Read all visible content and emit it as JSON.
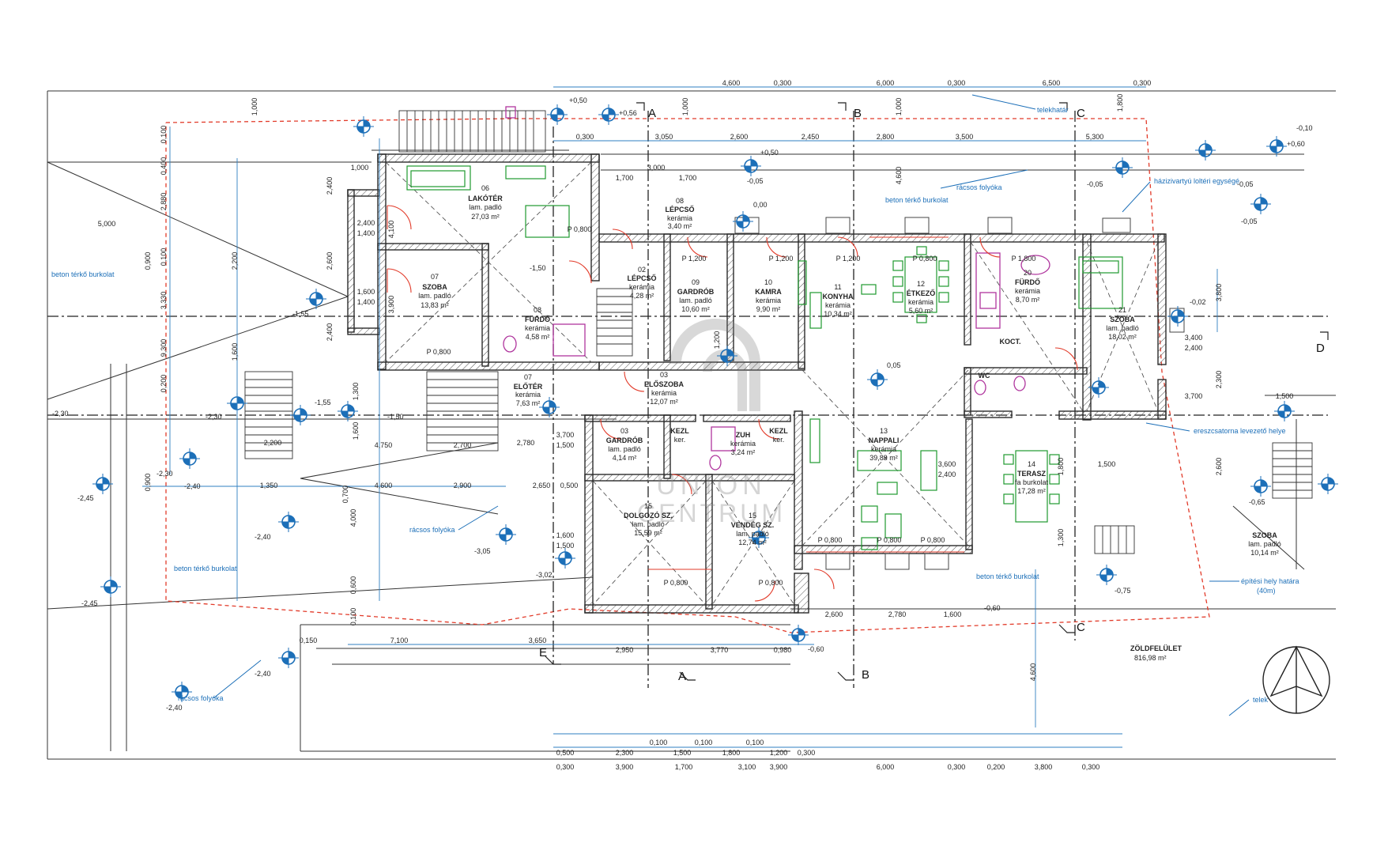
{
  "rooms": {
    "r06": {
      "no": "06",
      "name": "LAKÓTÉR",
      "floor": "lam. padló",
      "area": "27,03 m²"
    },
    "r07": {
      "no": "07",
      "name": "SZOBA",
      "floor": "lam. padló",
      "area": "13,83 m²"
    },
    "r08": {
      "no": "08",
      "name": "FÜRDŐ",
      "floor": "kerámia",
      "area": "4,58 m²"
    },
    "r07e": {
      "no": "07",
      "name": "ELŐTÉR",
      "floor": "kerámia",
      "area": "7,63 m²"
    },
    "r08l": {
      "no": "08",
      "name": "LÉPCSŐ",
      "floor": "kerámia",
      "area": "3,40 m²"
    },
    "r02": {
      "no": "02",
      "name": "LÉPCSŐ",
      "floor": "kerámia",
      "area": "4,28 m²"
    },
    "r09": {
      "no": "09",
      "name": "GARDRÓB",
      "floor": "lam. padló",
      "area": "10,60 m²"
    },
    "r10": {
      "no": "10",
      "name": "KAMRA",
      "floor": "kerámia",
      "area": "9,90 m²"
    },
    "r11": {
      "no": "11",
      "name": "KONYHA",
      "floor": "kerámia",
      "area": "10,34 m²"
    },
    "r12": {
      "no": "12",
      "name": "ÉTKEZŐ",
      "floor": "kerámia",
      "area": "5,60 m²"
    },
    "r20": {
      "no": "20",
      "name": "FÜRDŐ",
      "floor": "kerámia",
      "area": "8,70 m²"
    },
    "r21": {
      "no": "21",
      "name": "SZOBA",
      "floor": "lam. padló",
      "area": "18,02 m²"
    },
    "r03": {
      "no": "03",
      "name": "ELŐSZOBA",
      "floor": "kerámia",
      "area": "12,07 m²"
    },
    "r03g": {
      "no": "03",
      "name": "GARDRÓB",
      "floor": "lam. padló",
      "area": "4,14 m²"
    },
    "r13": {
      "no": "13",
      "name": "NAPPALI",
      "floor": "kerámia",
      "area": "39,89 m²"
    },
    "r14": {
      "no": "14",
      "name": "TERASZ",
      "floor": "fa burkolat",
      "area": "17,28 m²"
    },
    "r15d": {
      "no": "15",
      "name": "DOLGOZÓ SZ.",
      "floor": "lam. padló",
      "area": "15,59 m²"
    },
    "r15v": {
      "no": "15",
      "name": "VENDÉG SZ.",
      "floor": "lam. padló",
      "area": "12,74 m²"
    },
    "rzuh": {
      "no": "",
      "name": "ZUH",
      "floor": "kerámia",
      "area": "3,24 m²"
    },
    "rszoba": {
      "no": "",
      "name": "SZOBA",
      "floor": "lam. padló",
      "area": "10,14 m²"
    }
  },
  "small_labels": {
    "kezl1": "KEZL",
    "kezl2": "KEZL",
    "koct": "KOCT.",
    "wc": "WC",
    "ker1": "ker.",
    "ker2": "ker."
  },
  "notes": {
    "telekhatar": "telekhatár",
    "racsos1": "rácsos folyóka",
    "racsos2": "rácsos folyóka",
    "racsos3": "rácsos folyóka",
    "beton1": "beton térkő burkolat",
    "beton2": "beton térkő burkolat",
    "beton3": "beton térkő burkolat",
    "beton4": "beton térkő burkolat",
    "hazi": "házizivartyú loltéri egységé",
    "eresz": "ereszcsatorna levezető helye",
    "epitesi": "építési hely határa",
    "epitesi2": "(40m)",
    "zold": "ZÖLDFELÜLET",
    "zold_area": "816,98 m²",
    "telek": "telek"
  },
  "axes": {
    "A": "A",
    "B": "B",
    "C": "C",
    "D": "D",
    "E": "E"
  },
  "levels": {
    "l1": "+0,50",
    "l2": "+0,56",
    "l3": "+0,50",
    "l4": "+0,60",
    "l5": "-0,10",
    "l6": "-0,05",
    "l7": "-0,05",
    "l8": "-0,05",
    "l9": "0,00",
    "l10": "-1,55",
    "l11": "-1,55",
    "l12": "-1,50",
    "l13": "-2,30",
    "l14": "-2,30",
    "l15": "-2,30",
    "l16": "-2,40",
    "l17": "-2,45",
    "l18": "-2,40",
    "l19": "-3,05",
    "l20": "-3,02",
    "l21": "-2,45",
    "l22": "-2,40",
    "l23": "-2,40",
    "l24": "-0,60",
    "l25": "-0,75",
    "l26": "-0,65",
    "l27": "-0,02",
    "l28": "0,05",
    "l29": "-0,05",
    "l30": "-0,60",
    "l31": "-1,50"
  },
  "dims_top": [
    "4,600",
    "0,300",
    "6,000",
    "0,300",
    "6,500",
    "0,300"
  ],
  "dims_top2": [
    "0,300",
    "3,050",
    "2,600",
    "2,450",
    "2,800",
    "3,500",
    "5,300"
  ],
  "dims_top3": [
    "1,700",
    "1,700",
    "3,000"
  ],
  "dims_bottom": [
    "0,500",
    "2,300",
    "0,100",
    "1,500",
    "0,100",
    "1,800",
    "0,100",
    "1,200",
    "0,300"
  ],
  "dims_bottom2": [
    "0,300",
    "3,900",
    "1,700",
    "3,100",
    "3,900",
    "6,000",
    "0,300",
    "0,200",
    "3,800",
    "0,300"
  ],
  "dims_mid": [
    "2,950",
    "3,770",
    "0,980",
    "7,100",
    "3,650",
    "0,150",
    "1,350",
    "4,600",
    "2,900",
    "2,650",
    "0,500",
    "4,750",
    "2,700",
    "2,780",
    "3,700",
    "1,500",
    "1,600",
    "1,500",
    "2,200",
    "2,600",
    "2,780",
    "1,600",
    "3,700",
    "1,500",
    "3,600",
    "2,400",
    "3,400",
    "2,400",
    "5,000",
    "1,000",
    "2,400",
    "1,400",
    "1,600",
    "1,400",
    "1,500"
  ],
  "dims_side": [
    "1,000",
    "0,100",
    "0,400",
    "2,880",
    "0,900",
    "0,100",
    "3,330",
    "9,300",
    "0,200",
    "0,900",
    "0,700",
    "0,600",
    "0,100",
    "2,400",
    "2,600",
    "2,200",
    "2,400",
    "1,600",
    "1,300",
    "3,900",
    "4,100",
    "4,000",
    "1,600",
    "1,200",
    "1,000",
    "4,600",
    "1,800",
    "1,300",
    "3,800",
    "2,300",
    "2,600",
    "4,600",
    "1,800",
    "1,000"
  ],
  "openings": [
    "P 0,800",
    "P 0,800",
    "P 1,200",
    "P 1,200",
    "P 1,200",
    "P 0,800",
    "P 1,800",
    "P 0,800",
    "P 0,800",
    "P 0,800",
    "P 0,800",
    "P 0,800"
  ],
  "watermark": {
    "line1": "UNION",
    "line2": "CENTRUM"
  },
  "colors": {
    "wall": "#2b2b2b",
    "dim": "#2f7fc1",
    "red": "#e23b2a",
    "furn": "#1f9a2e",
    "pink": "#b0369e"
  }
}
